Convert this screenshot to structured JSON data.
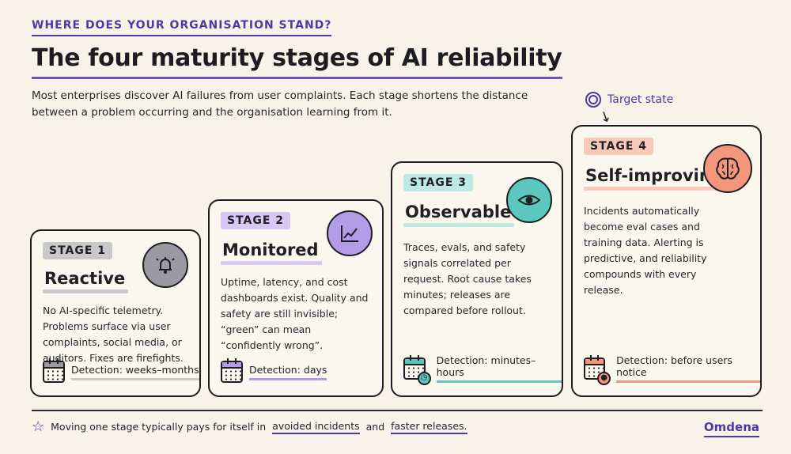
{
  "header": {
    "kicker": "WHERE DOES YOUR ORGANISATION STAND?",
    "title": "The four maturity stages of AI reliability",
    "intro": "Most enterprises discover AI failures from user complaints. Each stage shortens the distance between a problem occurring and the organisation learning from it."
  },
  "target_label": "Target state",
  "stages": [
    {
      "tag": "STAGE 1",
      "name": "Reactive",
      "icon": "bell-icon",
      "description": "No AI-specific telemetry. Problems surface via user complaints, social media, or auditors. Fixes are firefights.",
      "detection": "Detection: weeks–months",
      "accent": "#9a9aa0"
    },
    {
      "tag": "STAGE 2",
      "name": "Monitored",
      "icon": "line-chart-icon",
      "description": "Uptime, latency, and cost dashboards exist. Quality and safety are still invisible; “green” can mean “confidently wrong”.",
      "detection": "Detection: days",
      "accent": "#b49be6"
    },
    {
      "tag": "STAGE 3",
      "name": "Observable",
      "icon": "eye-icon",
      "description": "Traces, evals, and safety signals correlated per request. Root cause takes minutes; releases are compared before rollout.",
      "detection": "Detection: minutes–hours",
      "accent": "#5cc7be"
    },
    {
      "tag": "STAGE 4",
      "name": "Self-improving",
      "icon": "brain-icon",
      "description": "Incidents automatically become eval cases and training data. Alerting is predictive, and reliability compounds with every release.",
      "detection": "Detection: before users notice",
      "accent": "#f2967e"
    }
  ],
  "footer": {
    "prefix": "Moving one stage typically pays for itself in",
    "highlight1": "avoided incidents",
    "middle": "and",
    "highlight2": "faster releases.",
    "brand": "Omdena"
  }
}
